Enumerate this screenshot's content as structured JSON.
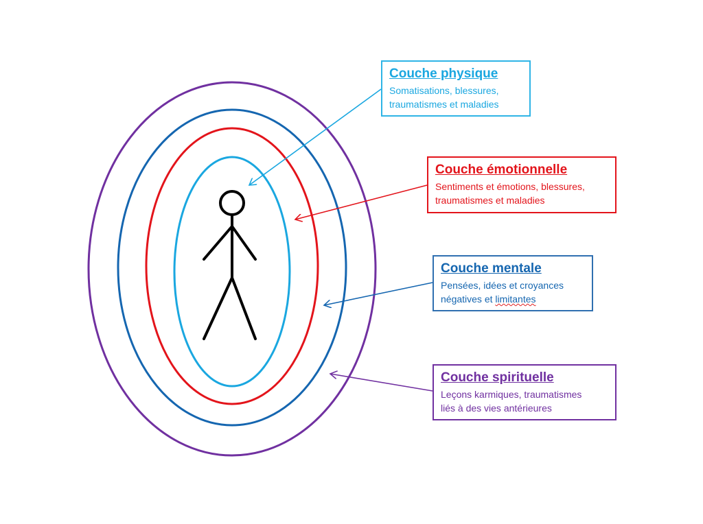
{
  "layers": [
    {
      "id": "physique",
      "title": "Couche physique",
      "desc_line1": "Somatisations, blessures,",
      "desc_line2": "traumatismes et maladies",
      "color": "#1aa7e0",
      "box_border": "#2eb4e6"
    },
    {
      "id": "emotionnelle",
      "title": "Couche émotionnelle",
      "desc_line1": "Sentiments et émotions, blessures,",
      "desc_line2": "traumatismes et maladies",
      "color": "#e3141b",
      "box_border": "#e3141b"
    },
    {
      "id": "mentale",
      "title": "Couche mentale",
      "desc_line1": "Pensées, idées et croyances",
      "desc_line2_a": "négatives et ",
      "desc_line2_b": "limitantes",
      "color": "#1566b0",
      "box_border": "#2f6fb0"
    },
    {
      "id": "spirituelle",
      "title": "Couche spirituelle",
      "desc_line1": "Leçons karmiques, traumatismes",
      "desc_line2": "liés à des vies antérieures",
      "color": "#7030a0",
      "box_border": "#7030a0"
    }
  ]
}
